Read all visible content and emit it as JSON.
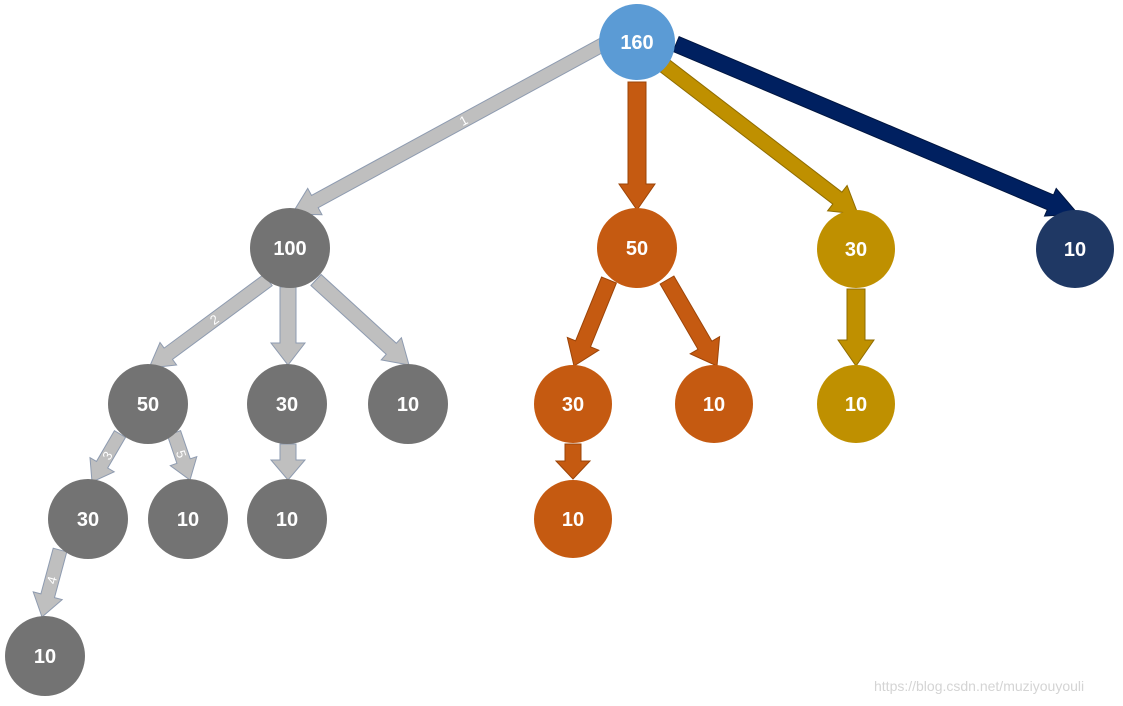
{
  "diagram": {
    "colors": {
      "root": "#5b9bd5",
      "gray_node": "#737373",
      "gray_arrow": "#bfbfbf",
      "gray_arrow_stroke": "#8e9bb0",
      "orange": "#c55a11",
      "gold": "#bf9000",
      "navy": "#1f3864",
      "navy_arrow": "#002060",
      "text": "#ffffff",
      "edge_label": "#ffffff"
    },
    "nodes": [
      {
        "id": "root",
        "label": "160",
        "group": "root"
      },
      {
        "id": "g100",
        "label": "100",
        "group": "gray"
      },
      {
        "id": "o50",
        "label": "50",
        "group": "orange"
      },
      {
        "id": "y30",
        "label": "30",
        "group": "gold"
      },
      {
        "id": "n10",
        "label": "10",
        "group": "navy"
      },
      {
        "id": "g50",
        "label": "50",
        "group": "gray"
      },
      {
        "id": "g30b",
        "label": "30",
        "group": "gray"
      },
      {
        "id": "g10a",
        "label": "10",
        "group": "gray"
      },
      {
        "id": "o30",
        "label": "30",
        "group": "orange"
      },
      {
        "id": "o10a",
        "label": "10",
        "group": "orange"
      },
      {
        "id": "y10",
        "label": "10",
        "group": "gold"
      },
      {
        "id": "g30a",
        "label": "30",
        "group": "gray"
      },
      {
        "id": "g10b",
        "label": "10",
        "group": "gray"
      },
      {
        "id": "g10c",
        "label": "10",
        "group": "gray"
      },
      {
        "id": "o10b",
        "label": "10",
        "group": "orange"
      },
      {
        "id": "g10d",
        "label": "10",
        "group": "gray"
      }
    ],
    "edges": [
      {
        "from": "root",
        "to": "g100",
        "group": "gray",
        "label": "1"
      },
      {
        "from": "root",
        "to": "o50",
        "group": "orange",
        "label": ""
      },
      {
        "from": "root",
        "to": "y30",
        "group": "gold",
        "label": ""
      },
      {
        "from": "root",
        "to": "n10",
        "group": "navy",
        "label": ""
      },
      {
        "from": "g100",
        "to": "g50",
        "group": "gray",
        "label": "2"
      },
      {
        "from": "g100",
        "to": "g30b",
        "group": "gray",
        "label": ""
      },
      {
        "from": "g100",
        "to": "g10a",
        "group": "gray",
        "label": ""
      },
      {
        "from": "g50",
        "to": "g30a",
        "group": "gray",
        "label": "3"
      },
      {
        "from": "g50",
        "to": "g10b",
        "group": "gray",
        "label": "5"
      },
      {
        "from": "g30b",
        "to": "g10c",
        "group": "gray",
        "label": ""
      },
      {
        "from": "g30a",
        "to": "g10d",
        "group": "gray",
        "label": "4"
      },
      {
        "from": "o50",
        "to": "o30",
        "group": "orange",
        "label": ""
      },
      {
        "from": "o50",
        "to": "o10a",
        "group": "orange",
        "label": ""
      },
      {
        "from": "o30",
        "to": "o10b",
        "group": "orange",
        "label": ""
      },
      {
        "from": "y30",
        "to": "y10",
        "group": "gold",
        "label": ""
      }
    ]
  },
  "watermark": "https://blog.csdn.net/muziyouyouli"
}
